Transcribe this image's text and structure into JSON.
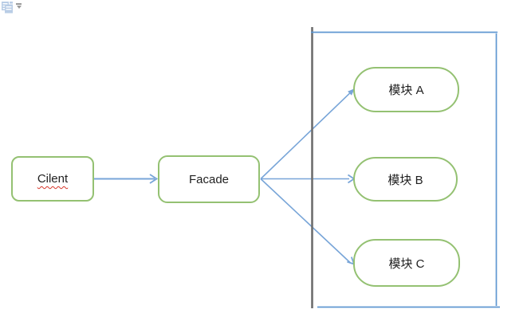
{
  "canvas": {
    "background": "#ffffff"
  },
  "toolbar": {
    "paste_options": {
      "icon": "paste-clipboard-icon",
      "dropdown_icon": "dropdown-arrow-icon"
    }
  },
  "diagram": {
    "colors": {
      "box_border_green": "#94c172",
      "arrow_blue": "#78a5d8",
      "frame_blue": "#5f97d1",
      "frame_gray": "#6e6e6e",
      "misspell_red": "#d8362a",
      "text": "#1f1f1f",
      "paste_icon_blue": "#b9cde6",
      "dropdown_gray": "#9a9a9a"
    },
    "nodes": [
      {
        "id": "client",
        "label": "Cilent",
        "shape": "rounded-rectangle",
        "misspelled": true
      },
      {
        "id": "facade",
        "label": "Facade",
        "shape": "rounded-rectangle",
        "misspelled": false
      },
      {
        "id": "module-a",
        "label": "模块 A",
        "shape": "stadium",
        "misspelled": false
      },
      {
        "id": "module-b",
        "label": "模块 B",
        "shape": "stadium",
        "misspelled": false
      },
      {
        "id": "module-c",
        "label": "模块 C",
        "shape": "stadium",
        "misspelled": false
      }
    ],
    "edges": [
      {
        "from": "client",
        "to": "facade",
        "style": "open-arrow"
      },
      {
        "from": "facade",
        "to": "module-a",
        "style": "solid-arrow"
      },
      {
        "from": "facade",
        "to": "module-b",
        "style": "open-arrow"
      },
      {
        "from": "facade",
        "to": "module-c",
        "style": "open-arrow"
      }
    ],
    "frame": {
      "description": "container around modules",
      "left_edge_color": "#6e6e6e",
      "other_edges_color": "#5f97d1"
    }
  }
}
